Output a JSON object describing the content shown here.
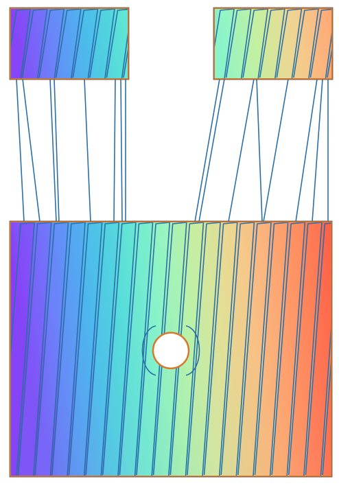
{
  "figure": {
    "colors": {
      "contour_line": "#2b6fa6",
      "border": "#d9782a",
      "frame_outline": "#5a5a5a",
      "hole_fill": "#ffffff",
      "background": "#ffffff"
    },
    "colormap": [
      "#8b3cf6",
      "#6f7dfb",
      "#4ab8ee",
      "#55e0d8",
      "#8ff5c7",
      "#c5f0a0",
      "#eed893",
      "#fdb27c",
      "#ff8a5c",
      "#ff5a46"
    ],
    "panels": [
      {
        "id": "inset-left",
        "role": "zoomed inset of left edge",
        "colormap_range": [
          0.0,
          0.38
        ]
      },
      {
        "id": "inset-right",
        "role": "zoomed inset of right edge",
        "colormap_range": [
          0.42,
          0.82
        ]
      },
      {
        "id": "main-plate",
        "role": "plate with central circular hole",
        "colormap_range": [
          0.0,
          1.0
        ],
        "features": [
          "circular-hole"
        ]
      }
    ]
  }
}
